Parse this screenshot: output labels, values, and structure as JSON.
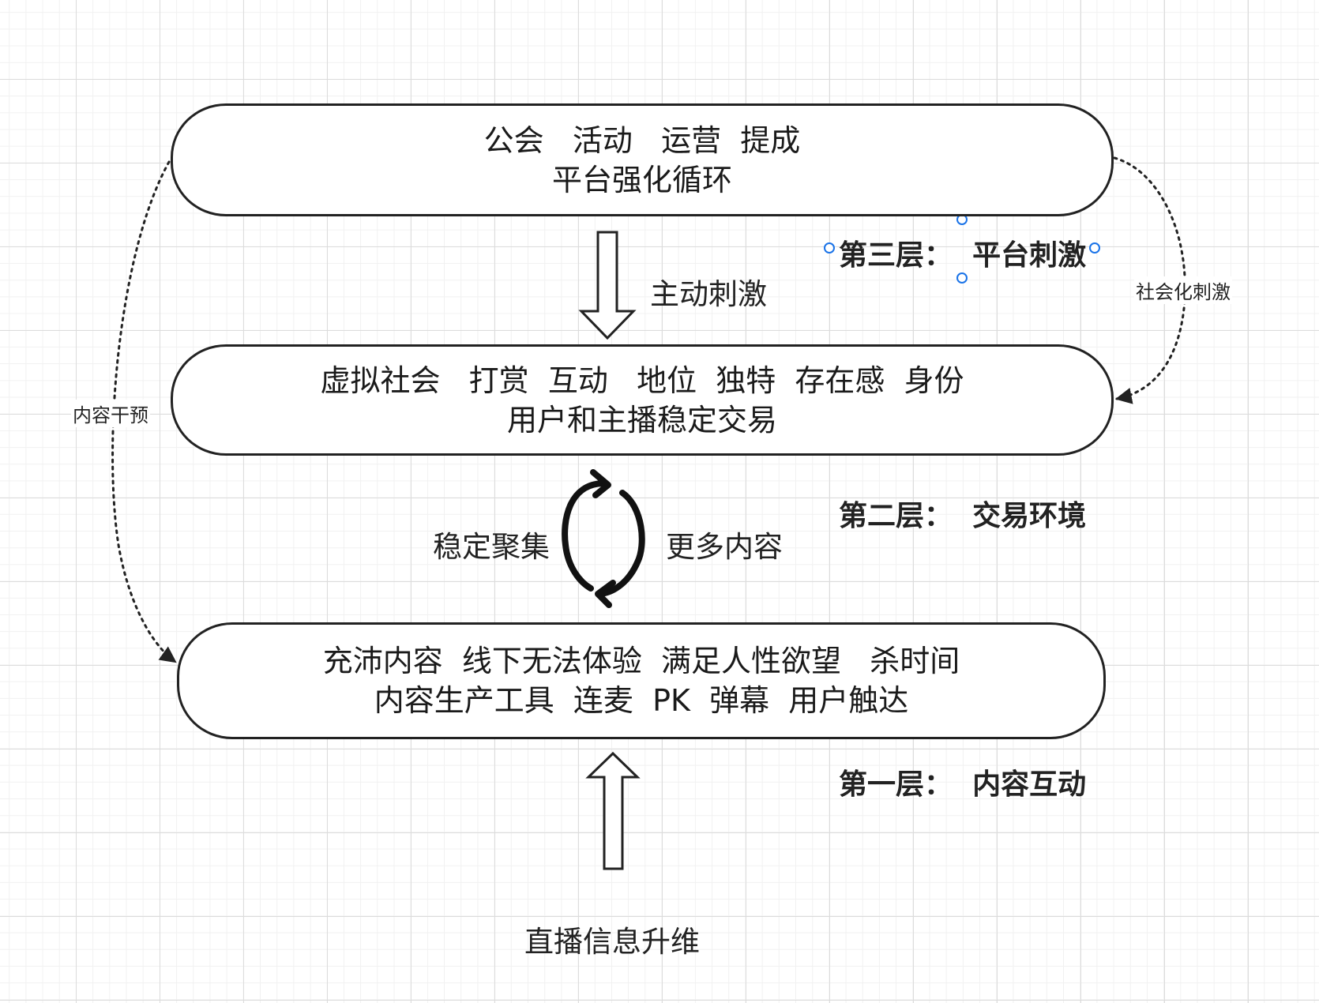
{
  "layers": {
    "top": {
      "line1": "公会   活动   运营  提成",
      "line2": "平台强化循环",
      "layer_label": "第三层：  平台刺激"
    },
    "middle": {
      "line1": "虚拟社会   打赏  互动   地位  独特  存在感  身份",
      "line2": "用户和主播稳定交易",
      "layer_label": "第二层：  交易环境"
    },
    "bottom": {
      "line1": "充沛内容  线下无法体验  满足人性欲望   杀时间",
      "line2": "内容生产工具  连麦  PK  弹幕  用户触达",
      "layer_label": "第一层：  内容互动"
    }
  },
  "arrows": {
    "down_label": "主动刺激",
    "cycle_left": "稳定聚集",
    "cycle_right": "更多内容",
    "up_label": "直播信息升维",
    "right_dotted": "社会化刺激",
    "left_dotted": "内容干预"
  },
  "colors": {
    "stroke": "#222222",
    "selection_handle": "#1a73e8",
    "grid_major": "#dcdcdc",
    "grid_minor": "#f1f1f1"
  }
}
